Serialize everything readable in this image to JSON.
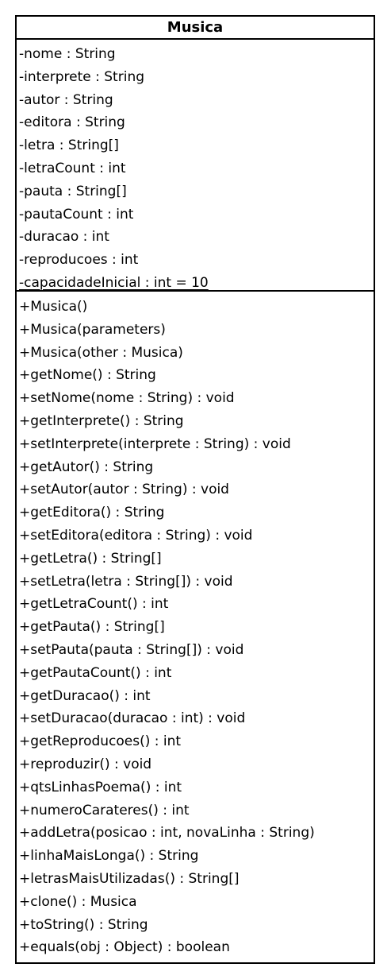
{
  "class": {
    "name": "Musica",
    "attributes": [
      {
        "text": "-nome : String",
        "static": false
      },
      {
        "text": "-interprete : String",
        "static": false
      },
      {
        "text": "-autor : String",
        "static": false
      },
      {
        "text": "-editora : String",
        "static": false
      },
      {
        "text": "-letra : String[]",
        "static": false
      },
      {
        "text": "-letraCount : int",
        "static": false
      },
      {
        "text": "-pauta : String[]",
        "static": false
      },
      {
        "text": "-pautaCount : int",
        "static": false
      },
      {
        "text": "-duracao : int",
        "static": false
      },
      {
        "text": "-reproducoes : int",
        "static": false
      },
      {
        "text": "-capacidadeInicial : int = 10",
        "static": true
      }
    ],
    "methods": [
      "+Musica()",
      "+Musica(parameters)",
      "+Musica(other : Musica)",
      "+getNome() : String",
      "+setNome(nome : String) : void",
      "+getInterprete() : String",
      "+setInterprete(interprete : String) : void",
      "+getAutor() : String",
      "+setAutor(autor : String) : void",
      "+getEditora() : String",
      "+setEditora(editora : String) : void",
      "+getLetra() : String[]",
      "+setLetra(letra : String[]) : void",
      "+getLetraCount() : int",
      "+getPauta() : String[]",
      "+setPauta(pauta : String[]) : void",
      "+getPautaCount() : int",
      "+getDuracao() : int",
      "+setDuracao(duracao : int) : void",
      "+getReproducoes() : int",
      "+reproduzir() : void",
      "+qtsLinhasPoema() : int",
      "+numeroCarateres() : int",
      "+addLetra(posicao : int, novaLinha : String)",
      "+linhaMaisLonga() : String",
      "+letrasMaisUtilizadas() : String[]",
      "+clone() : Musica",
      "+toString() : String",
      "+equals(obj : Object) : boolean"
    ]
  }
}
